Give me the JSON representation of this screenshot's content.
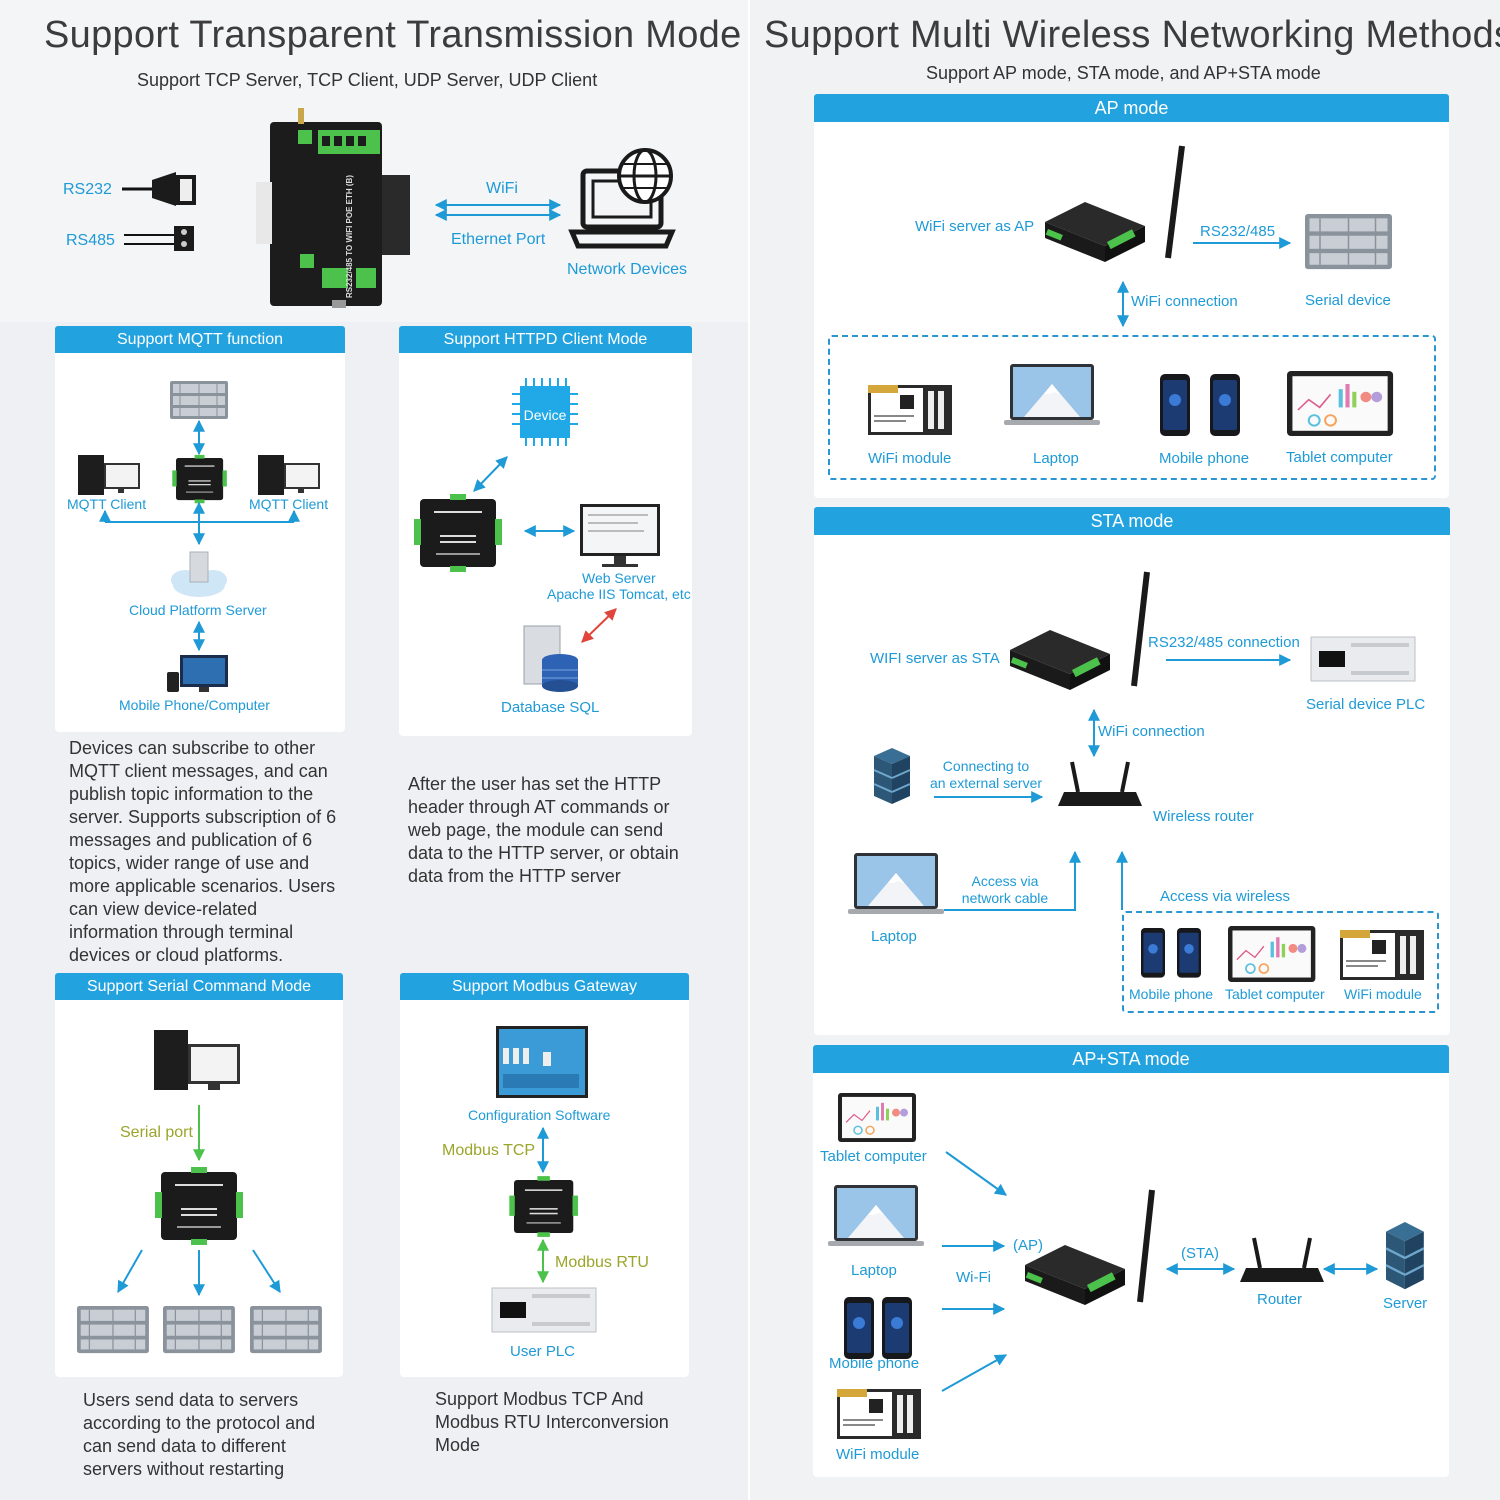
{
  "left": {
    "title": "Support Transparent Transmission Mode",
    "subtitle": "Support TCP Server, TCP Client, UDP Server, UDP Client",
    "top_diagram": {
      "rs232": "RS232",
      "rs485": "RS485",
      "wifi": "WiFi",
      "ethernet": "Ethernet Port",
      "network_devices": "Network Devices",
      "device_label": "RS232/485 TO WIFI POE ETH (B)"
    },
    "mqtt": {
      "header": "Support MQTT function",
      "client_left": "MQTT Client",
      "client_right": "MQTT Client",
      "cloud": "Cloud Platform Server",
      "mobile": "Mobile Phone/Computer",
      "description": "Devices can subscribe to other MQTT client messages, and can publish topic information to the server. Supports subscription of 6 messages and publication of 6 topics, wider range of use and more applicable scenarios. Users can view device-related information through terminal devices or cloud platforms."
    },
    "httpd": {
      "header": "Support HTTPD Client Mode",
      "device": "Device",
      "web_server": "Web Server",
      "web_server_sub": "Apache IIS Tomcat, etc",
      "database": "Database SQL",
      "description": "After the user has set the HTTP header through AT commands or web page, the module can send data to the HTTP server, or obtain data from the HTTP server"
    },
    "serial_cmd": {
      "header": "Support Serial Command Mode",
      "serial_port": "Serial port",
      "description": "Users send data to servers according to the protocol and can send data to different servers without restarting"
    },
    "modbus": {
      "header": "Support Modbus Gateway",
      "config": "Configuration Software",
      "tcp": "Modbus TCP",
      "rtu": "Modbus RTU",
      "plc": "User PLC",
      "description": "Support Modbus TCP And Modbus RTU Interconversion Mode"
    }
  },
  "right": {
    "title": "Support Multi Wireless Networking Methods",
    "subtitle": "Support AP mode, STA mode, and AP+STA mode",
    "ap": {
      "header": "AP mode",
      "server_as_ap": "WiFi server as AP",
      "rs": "RS232/485",
      "serial_device": "Serial device",
      "wifi_connection": "WiFi connection",
      "clients": [
        "WiFi module",
        "Laptop",
        "Mobile phone",
        "Tablet computer"
      ]
    },
    "sta": {
      "header": "STA mode",
      "server_as_sta": "WIFI server as STA",
      "rs_connection": "RS232/485 connection",
      "serial_plc": "Serial device PLC",
      "wifi_connection": "WiFi connection",
      "connecting_1": "Connecting to",
      "connecting_2": "an external server",
      "router": "Wireless router",
      "cable_1": "Access via",
      "cable_2": "network cable",
      "laptop": "Laptop",
      "wireless": "Access via wireless",
      "clients": [
        "Mobile phone",
        "Tablet computer",
        "WiFi module"
      ]
    },
    "apsta": {
      "header": "AP+STA mode",
      "tablet": "Tablet computer",
      "laptop": "Laptop",
      "mobile": "Mobile phone",
      "wifi_module": "WiFi module",
      "wifi": "Wi-Fi",
      "ap": "(AP)",
      "sta": "(STA)",
      "router": "Router",
      "server": "Server"
    }
  },
  "colors": {
    "accent": "#22a3e0",
    "label": "#1e9ad6",
    "device": "#1b1b1b",
    "terminal": "#4cc24c",
    "arrow_red": "#e0443a",
    "label_yellow": "#9aa52a"
  }
}
